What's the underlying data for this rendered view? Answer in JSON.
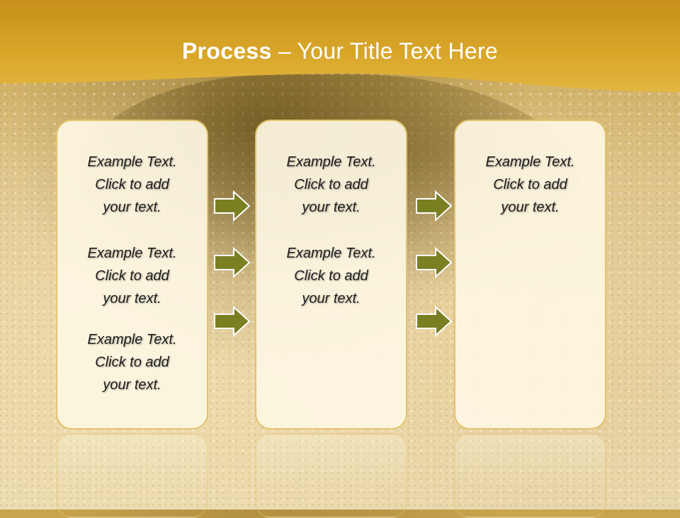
{
  "slide": {
    "title_bold": "Process",
    "title_rest": " – Your Title Text Here"
  },
  "columns": [
    {
      "blocks": [
        {
          "line1": "Example Text.",
          "line2": "Click  to add",
          "line3": "your text."
        },
        {
          "line1": "Example Text.",
          "line2": "Click  to add",
          "line3": "your text."
        },
        {
          "line1": "Example Text.",
          "line2": "Click  to add",
          "line3": "your text."
        }
      ]
    },
    {
      "blocks": [
        {
          "line1": "Example Text.",
          "line2": "Click  to add",
          "line3": "your text."
        },
        {
          "line1": "Example Text.",
          "line2": "Click  to add",
          "line3": "your text."
        }
      ]
    },
    {
      "blocks": [
        {
          "line1": "Example Text.",
          "line2": "Click  to add",
          "line3": "your text."
        }
      ]
    }
  ],
  "arrow_color": "#7a7f22",
  "arrow_outline": "#ffffff",
  "header_color": "#d9a72a"
}
